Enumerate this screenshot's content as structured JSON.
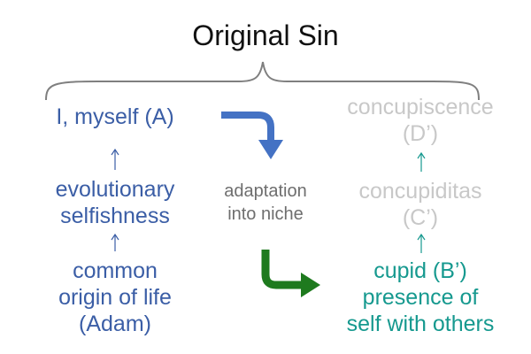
{
  "title": "Original Sin",
  "left_column": {
    "top": "I, myself (A)",
    "middle_line1": "evolutionary",
    "middle_line2": "selfishness",
    "bottom_line1": "common",
    "bottom_line2": "origin of life",
    "bottom_line3": "(Adam)"
  },
  "middle": {
    "line1": "adaptation",
    "line2": "into niche"
  },
  "right_column": {
    "top_line1": "concupiscence",
    "top_line2": "(D’)",
    "middle_line1": "concupiditas",
    "middle_line2": "(C’)",
    "bottom_line1": "cupid (B’)",
    "bottom_line2": "presence of",
    "bottom_line3": "self with others"
  },
  "colors": {
    "left_text": "#3b5ea6",
    "middle_text": "#6e6e6e",
    "right_gray": "#c8c8c8",
    "right_teal": "#16998f",
    "arrow_blue": "#4472c4",
    "arrow_green": "#1e7a1e",
    "brace": "#7f7f7f"
  }
}
